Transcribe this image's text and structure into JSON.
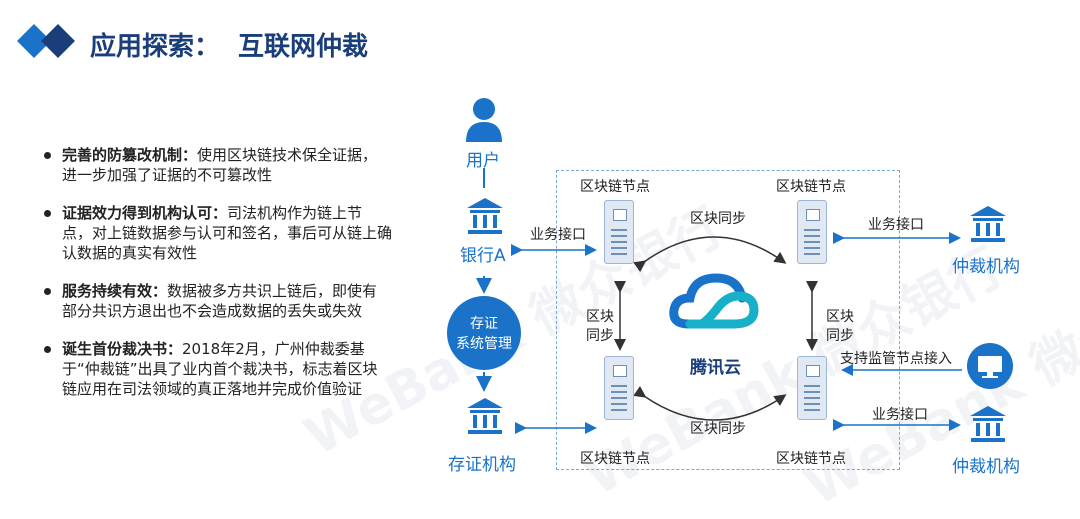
{
  "title": {
    "main": "应用探索：",
    "sub": "互联网仲裁"
  },
  "bullets": [
    {
      "bold": "完善的防篡改机制：",
      "text": "使用区块链技术保全证据，进一步加强了证据的不可篡改性"
    },
    {
      "bold": "证据效力得到机构认可：",
      "text": "司法机构作为链上节点，对上链数据参与认可和签名，事后可从链上确认数据的真实有效性"
    },
    {
      "bold": "服务持续有效：",
      "text": "数据被多方共识上链后，即使有部分共识方退出也不会造成数据的丢失或失效"
    },
    {
      "bold": "诞生首份裁决书：",
      "text": "2018年2月，广州仲裁委基于“仲裁链”出具了业内首个裁决书，标志着区块链应用在司法领域的真正落地并完成价值验证"
    }
  ],
  "diagram": {
    "user": "用户",
    "bank": "银行A",
    "notary_top": "存证",
    "notary_bottom": "系统管理",
    "notary_org": "存证机构",
    "arbitration_top": "仲裁机构",
    "arbitration_bottom": "仲裁机构",
    "node_tl": "区块链节点",
    "node_tr": "区块链节点",
    "node_bl": "区块链节点",
    "node_br": "区块链节点",
    "biz_left": "业务接口",
    "biz_right_top": "业务接口",
    "biz_right_bottom": "业务接口",
    "sync_top": "区块同步",
    "sync_bottom": "区块同步",
    "sync_left_1": "区块",
    "sync_left_2": "同步",
    "sync_right_1": "区块",
    "sync_right_2": "同步",
    "supervise": "支持监管节点接入",
    "tencent": "腾讯云"
  },
  "watermark": "WeBank 微众银行",
  "colors": {
    "primary": "#1a73c8",
    "dark": "#1a3e7a",
    "teal": "#17b0c8"
  }
}
